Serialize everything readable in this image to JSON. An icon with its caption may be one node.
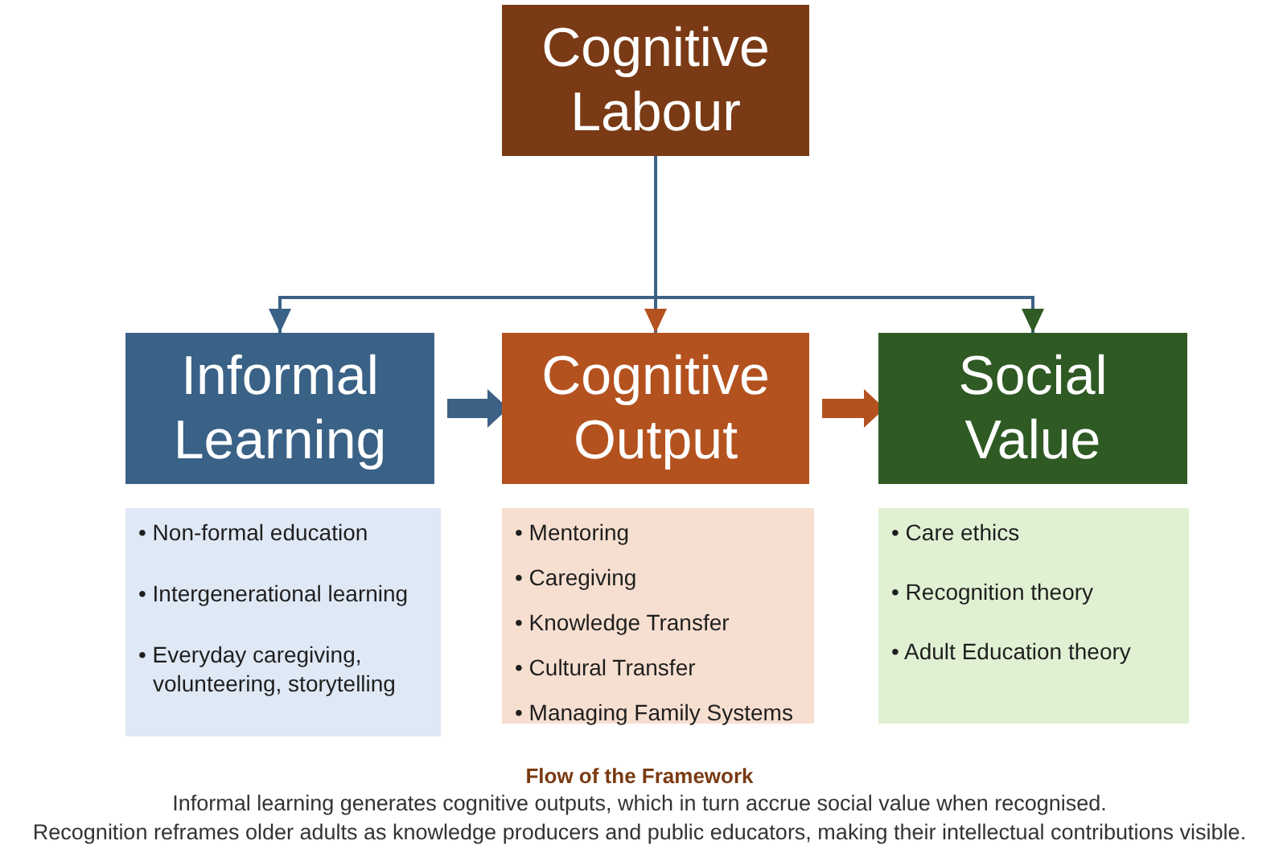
{
  "diagram": {
    "nodes": [
      {
        "text": [
          "Cognitive Labour"
        ]
      },
      {
        "text": [
          "Informal Learning"
        ]
      },
      {
        "text": [
          "Cognitive Output"
        ]
      },
      {
        "text": [
          "Social Value"
        ]
      },
      {
        "text": [
          "• Non-formal education",
          "• Intergenerational learning",
          "• Everyday caregiving, volunteering, storytelling"
        ]
      },
      {
        "text": [
          "• Mentoring",
          "• Caregiving",
          "• Knowledge Transfer",
          "• Cultural Transfer",
          "• Managing Family Systems"
        ]
      },
      {
        "text": [
          "• Care ethics",
          "• Recognition theory",
          "• Adult Education theory"
        ]
      }
    ],
    "edges": [
      {
        "from": 0,
        "to": 1,
        "arrow": "to"
      },
      {
        "from": 0,
        "to": 2,
        "arrow": "to"
      },
      {
        "from": 0,
        "to": 3,
        "arrow": "to"
      },
      {
        "from": 1,
        "to": 2,
        "arrow": "to",
        "style": "thick"
      },
      {
        "from": 2,
        "to": 3,
        "arrow": "to",
        "style": "thick",
        "color": "#b4521f"
      }
    ],
    "labels": [
      "Flow of the Framework",
      "Informal learning generates cognitive outputs, which in turn accrue social value when recognised.",
      "Recognition reframes older adults as knowledge producers and public educators, making their intellectual contributions visible."
    ]
  }
}
